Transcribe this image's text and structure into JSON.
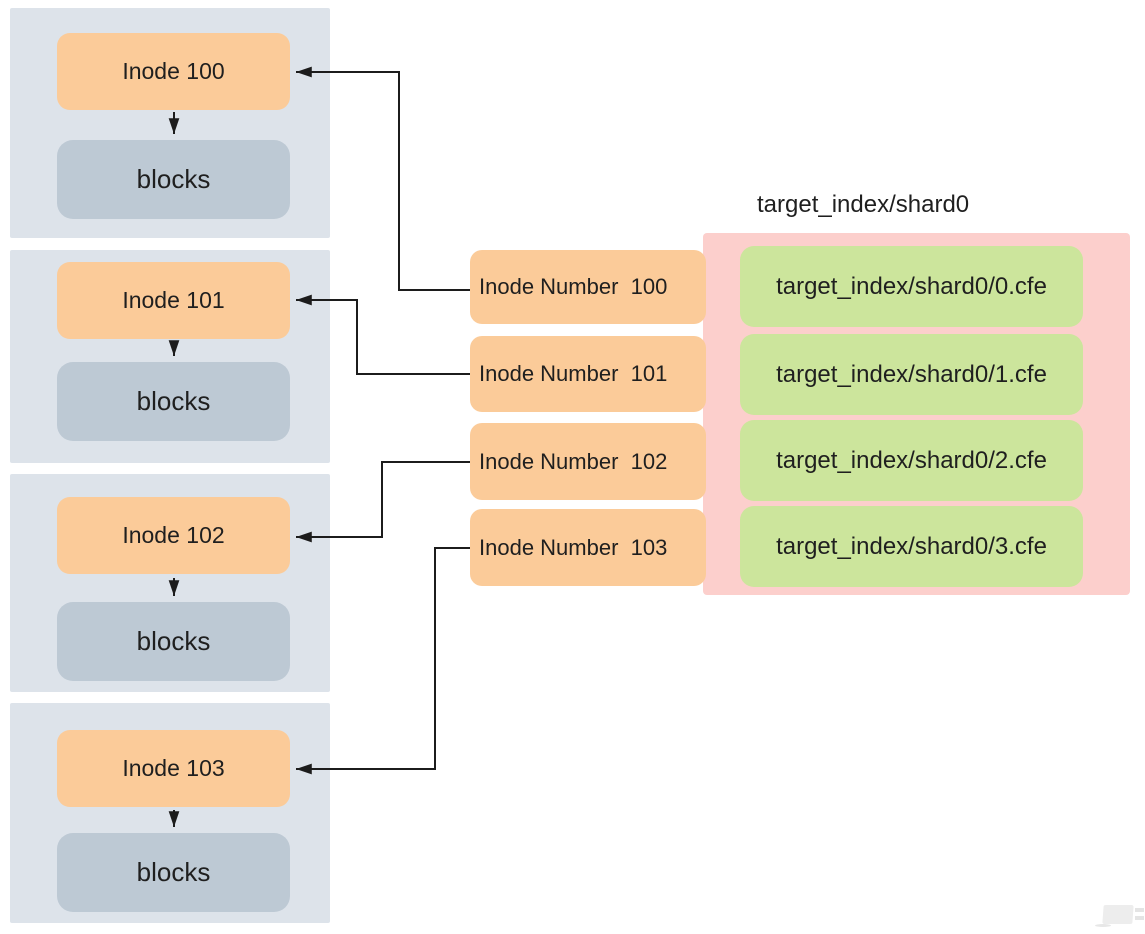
{
  "diagram": {
    "left_column": {
      "containers": [
        {
          "inode_label": "Inode 100",
          "blocks_label": "blocks"
        },
        {
          "inode_label": "Inode 101",
          "blocks_label": "blocks"
        },
        {
          "inode_label": "Inode 102",
          "blocks_label": "blocks"
        },
        {
          "inode_label": "Inode 103",
          "blocks_label": "blocks"
        }
      ]
    },
    "inode_number_boxes": [
      {
        "label": "Inode Number  100"
      },
      {
        "label": "Inode Number  101"
      },
      {
        "label": "Inode Number  102"
      },
      {
        "label": "Inode Number  103"
      }
    ],
    "shard_panel": {
      "title": "target_index/shard0",
      "files": [
        {
          "label": "target_index/shard0/0.cfe"
        },
        {
          "label": "target_index/shard0/1.cfe"
        },
        {
          "label": "target_index/shard0/2.cfe"
        },
        {
          "label": "target_index/shard0/3.cfe"
        }
      ]
    },
    "connections": [
      {
        "from": "Inode Number  100",
        "to": "Inode 100"
      },
      {
        "from": "Inode Number  101",
        "to": "Inode 101"
      },
      {
        "from": "Inode Number  102",
        "to": "Inode 102"
      },
      {
        "from": "Inode Number  103",
        "to": "Inode 103"
      },
      {
        "from": "Inode 100",
        "to": "blocks"
      },
      {
        "from": "Inode 101",
        "to": "blocks"
      },
      {
        "from": "Inode 102",
        "to": "blocks"
      },
      {
        "from": "Inode 103",
        "to": "blocks"
      }
    ],
    "colors": {
      "container_bg": "#dde3ea",
      "inode_box": "#fbcb99",
      "blocks_box": "#bdc9d4",
      "shard_panel_bg": "#fccfcc",
      "file_box": "#cce59c",
      "arrow": "#1c1c1c",
      "text": "#1f1f1f"
    },
    "watermark_icon": "faint-logo-watermark"
  }
}
